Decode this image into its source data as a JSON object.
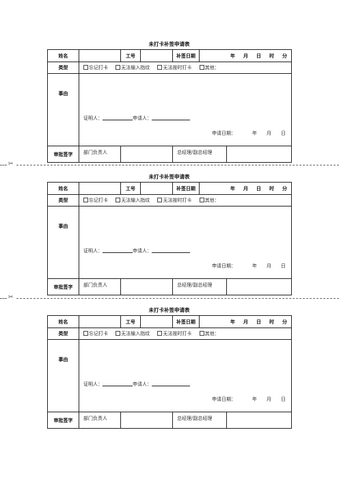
{
  "form": {
    "title": "未打卡补签申请表",
    "name_label": "姓名",
    "id_label": "工号",
    "supp_date_label": "补签日期",
    "date_year": "年",
    "date_month": "月",
    "date_day": "日",
    "date_hour": "时",
    "date_minute": "分",
    "type_label": "类型",
    "options": [
      "忘记打卡",
      "无法输入指纹",
      "无法按时打卡",
      "其他："
    ],
    "reason_label": "事由",
    "witness_label": "证明人：",
    "applicant_label": "申请人：",
    "apply_date_label": "申请日期：",
    "approval_label": "审批签字",
    "dept_head_label": "部门负责人",
    "gm_label": "总经理/副总经理"
  }
}
